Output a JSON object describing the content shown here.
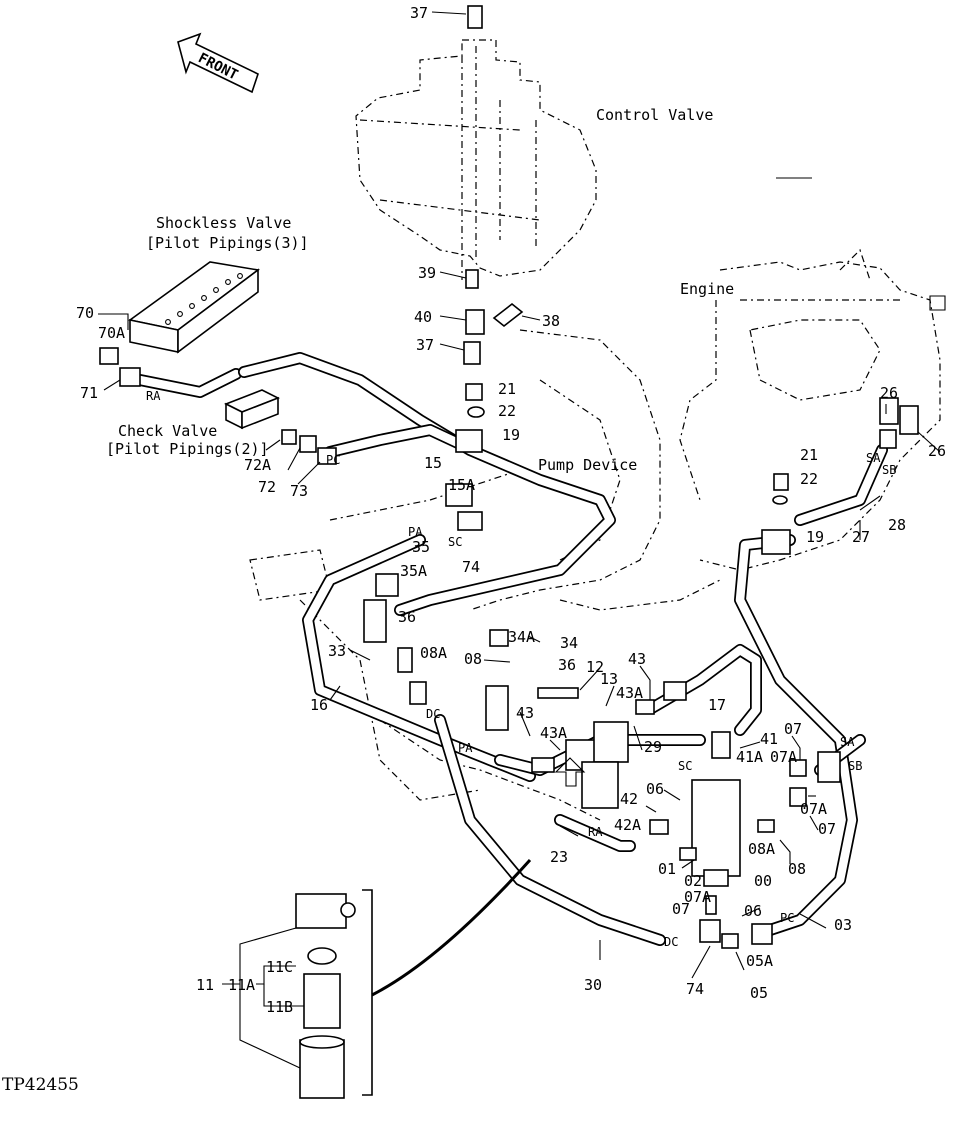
{
  "front_arrow": "FRONT",
  "captions": {
    "control_valve": "Control Valve",
    "shockless_valve": "Shockless Valve",
    "shockless_pipings": "[Pilot Pipings(3)]",
    "check_valve": "Check Valve",
    "check_pipings": "[Pilot Pipings(2)]",
    "engine": "Engine",
    "pump_device": "Pump Device"
  },
  "figure_id": "TP42455",
  "labels": {
    "p37a": "37",
    "p37b": "37",
    "p39": "39",
    "p40": "40",
    "p38": "38",
    "p21a": "21",
    "p22a": "22",
    "p19a": "19",
    "p21b": "21",
    "p22b": "22",
    "p19b": "19",
    "p70": "70",
    "p70a": "70A",
    "p71": "71",
    "ra1": "RA",
    "p72a": "72A",
    "p72": "72",
    "p73": "73",
    "pc1": "PC",
    "p15": "15",
    "p15a": "15A",
    "pa1": "PA",
    "sc1": "SC",
    "p74a": "74",
    "p35": "35",
    "p35a": "35A",
    "p36a": "36",
    "p33": "33",
    "p16": "16",
    "p08a1": "08A",
    "p08_1": "08",
    "dc1": "DC",
    "p34a": "34A",
    "p34": "34",
    "p36b": "36",
    "p12": "12",
    "p13": "13",
    "p43a": "43",
    "p43aa": "43A",
    "p17": "17",
    "p43b": "43",
    "p43ba": "43A",
    "pa2": "PA",
    "p29": "29",
    "p23": "23",
    "ra2": "RA",
    "p26a": "26",
    "p26b": "26",
    "sa1": "SA",
    "sb1": "SB",
    "p27": "27",
    "p28": "28",
    "p41": "41",
    "p41a": "41A",
    "sc2": "SC",
    "p07a1": "07",
    "p07a1a": "07A",
    "sa2": "SA",
    "sb2": "SB",
    "p07a2": "07A",
    "p07b": "07",
    "p06a": "06",
    "p42": "42",
    "p42a": "42A",
    "p01": "01",
    "p02": "02",
    "p00": "00",
    "p08a2": "08A",
    "p08_2": "08",
    "p07a3": "07A",
    "p07c": "07",
    "p06b": "06",
    "pc2": "PC",
    "p03": "03",
    "dc2": "DC",
    "p30": "30",
    "p74b": "74",
    "p05a": "05A",
    "p05": "05",
    "p11": "11",
    "p11a": "11A",
    "p11c": "11C",
    "p11b": "11B"
  }
}
